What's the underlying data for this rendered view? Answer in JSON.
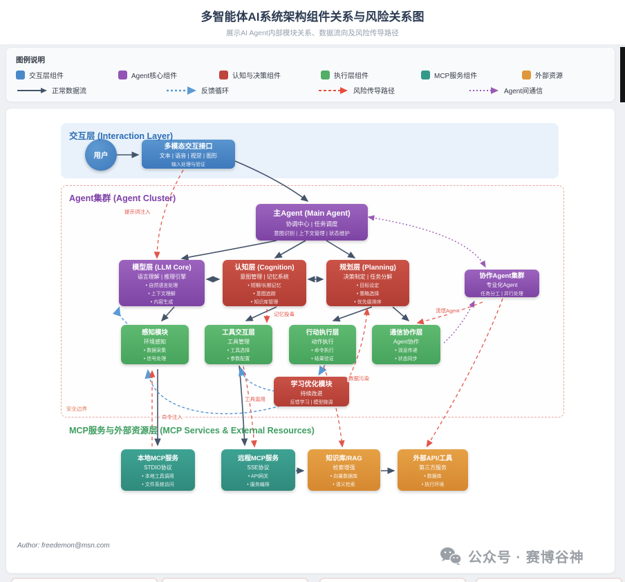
{
  "title": "多智能体AI系统架构组件关系与风险关系图",
  "subtitle": "展示AI Agent内部模块关系、数据流向及风险传导路径",
  "legend": {
    "heading": "图例说明",
    "components": [
      {
        "label": "交互层组件",
        "color": "#4a89c8"
      },
      {
        "label": "Agent核心组件",
        "color": "#9353b5"
      },
      {
        "label": "认知与决策组件",
        "color": "#c0443c"
      },
      {
        "label": "执行层组件",
        "color": "#53ae66"
      },
      {
        "label": "MCP服务组件",
        "color": "#35998a"
      },
      {
        "label": "外部资源",
        "color": "#e0963a"
      }
    ],
    "flows": [
      {
        "label": "正常数据流",
        "style": "solid",
        "color": "#44546a"
      },
      {
        "label": "反馈循环",
        "style": "dashed",
        "color": "#5b9bd5"
      },
      {
        "label": "风险传导路径",
        "style": "dashed",
        "color": "#e74c3c"
      },
      {
        "label": "Agent间通信",
        "style": "dotted",
        "color": "#9b59b6"
      }
    ]
  },
  "sections": {
    "interaction_heading": "交互层 (Interaction Layer)",
    "cluster_heading": "Agent集群 (Agent Cluster)",
    "mcp_heading": "MCP服务与外部资源层 (MCP Services & External Resources)"
  },
  "nodes": {
    "user": {
      "label": "用户"
    },
    "interface": {
      "title": "多模态交互接口",
      "subtitle": "文本 | 语音 | 视觉 | 图形",
      "note": "输入处理与验证"
    },
    "main_agent": {
      "title": "主Agent (Main Agent)",
      "subtitle": "协调中心 | 任务调度",
      "note": "意图识别 | 上下文管理 | 状态维护"
    },
    "llm": {
      "title": "模型层 (LLM Core)",
      "subtitle": "语言理解 | 推理引擎",
      "items": [
        "自然语言处理",
        "上下文理解",
        "内容生成"
      ]
    },
    "cognition": {
      "title": "认知层 (Cognition)",
      "subtitle": "意图管理 | 记忆系统",
      "items": [
        "短期/长期记忆",
        "意图追踪",
        "知识库管理"
      ]
    },
    "planning": {
      "title": "规划层 (Planning)",
      "subtitle": "决策制定 | 任务分解",
      "items": [
        "目标设定",
        "策略选择",
        "优先级排序"
      ]
    },
    "collab_cluster": {
      "title": "协作Agent集群",
      "subtitle": "专业化Agent",
      "note": "任务分工 | 并行处理"
    },
    "perception": {
      "title": "感知模块",
      "subtitle": "环境感知",
      "items": [
        "数据采集",
        "信号处理"
      ]
    },
    "tool_layer": {
      "title": "工具交互层",
      "subtitle": "工具管理",
      "items": [
        "工具选择",
        "参数配置"
      ]
    },
    "action_layer": {
      "title": "行动执行层",
      "subtitle": "动作执行",
      "items": [
        "命令执行",
        "结果验证"
      ]
    },
    "comm_layer": {
      "title": "通信协作层",
      "subtitle": "Agent协作",
      "items": [
        "消息传递",
        "状态同步"
      ]
    },
    "learning": {
      "title": "学习优化模块",
      "subtitle": "持续改进",
      "note": "反馈学习 | 模型微调"
    },
    "local_mcp": {
      "title": "本地MCP服务",
      "subtitle": "STDIO协议",
      "items": [
        "本地工具调用",
        "文件系统访问"
      ]
    },
    "remote_mcp": {
      "title": "远程MCP服务",
      "subtitle": "SSE协议",
      "items": [
        "API网关",
        "服务编排"
      ]
    },
    "rag": {
      "title": "知识库/RAG",
      "subtitle": "检索增强",
      "items": [
        "向量数据库",
        "语义检索"
      ]
    },
    "external_api": {
      "title": "外部API/工具",
      "subtitle": "第三方服务",
      "items": [
        "数据库",
        "执行环境"
      ]
    }
  },
  "edge_labels": {
    "prompt_injection": "提示词注入",
    "memory_poisoning": "记忆投毒",
    "rogue_agent": "流氓Agent",
    "data_pollution": "数据污染",
    "tool_abuse": "工具滥用",
    "command_injection": "命令注入",
    "security_boundary": "安全边界"
  },
  "footer": {
    "author": "Author: freedemon@msn.com",
    "watermark": "公众号 · 赛博谷神"
  }
}
